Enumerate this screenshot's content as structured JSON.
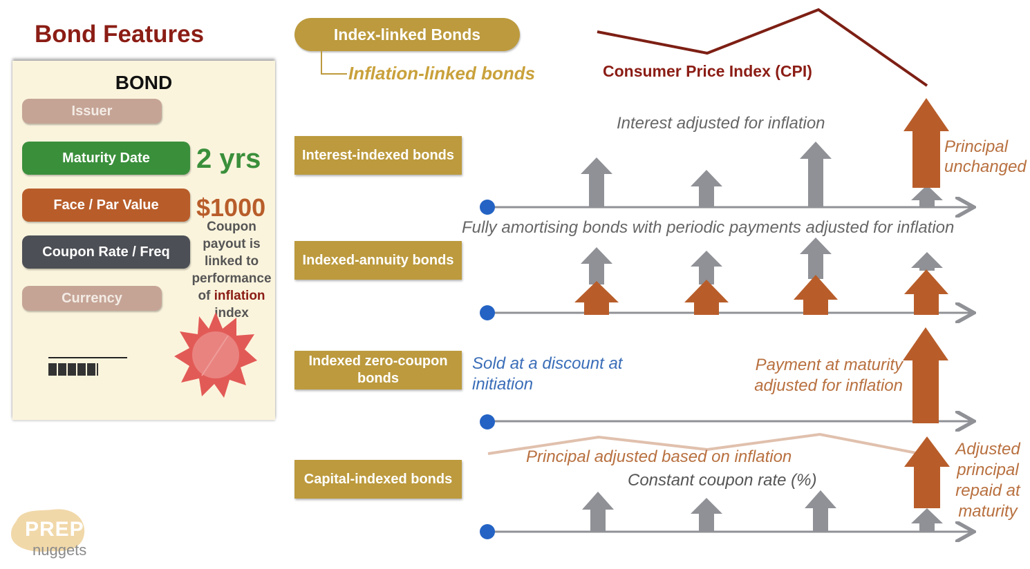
{
  "page_title": "Bond Features",
  "card": {
    "heading": "BOND",
    "issuer": "Issuer",
    "maturity_label": "Maturity Date",
    "maturity_value": "2 yrs",
    "face_label": "Face / Par Value",
    "face_value": "$1000",
    "coupon_label": "Coupon Rate / Freq",
    "currency_label": "Currency",
    "coupon_note_before": "Coupon payout is linked to performance of",
    "coupon_note_highlight": "inflation",
    "coupon_note_after": "index"
  },
  "header": {
    "main_pill": "Index-linked Bonds",
    "subtitle": "Inflation-linked bonds",
    "cpi_label": "Consumer Price Index (CPI)"
  },
  "rows": {
    "interest_indexed": {
      "label": "Interest-indexed bonds",
      "top_note": "Interest adjusted for inflation",
      "right_note": "Principal unchanged"
    },
    "indexed_annuity": {
      "label": "Indexed-annuity bonds",
      "top_note": "Fully amortising bonds with periodic payments adjusted for inflation"
    },
    "indexed_zero_coupon": {
      "label": "Indexed zero-coupon bonds",
      "left_note": "Sold at a discount at initiation",
      "right_note": "Payment at maturity adjusted for inflation"
    },
    "capital_indexed": {
      "label": "Capital-indexed bonds",
      "top_note": "Principal adjusted based on inflation",
      "mid_note": "Constant coupon rate (%)",
      "right_note": "Adjusted principal repaid at maturity"
    }
  },
  "logo": {
    "word1": "PREP",
    "word2": "nuggets"
  },
  "colors": {
    "title_red": "#8b1d15",
    "gold": "#bc9a3d",
    "green": "#3a8f3b",
    "orange": "#b85d2a",
    "dark_gray": "#4c4f55",
    "muted_pink": "#c5a496",
    "gray_arrow": "#8f9196",
    "timeline_dot": "#2463c4",
    "blue_text": "#3a6db8",
    "orange_text": "#b8703f"
  }
}
